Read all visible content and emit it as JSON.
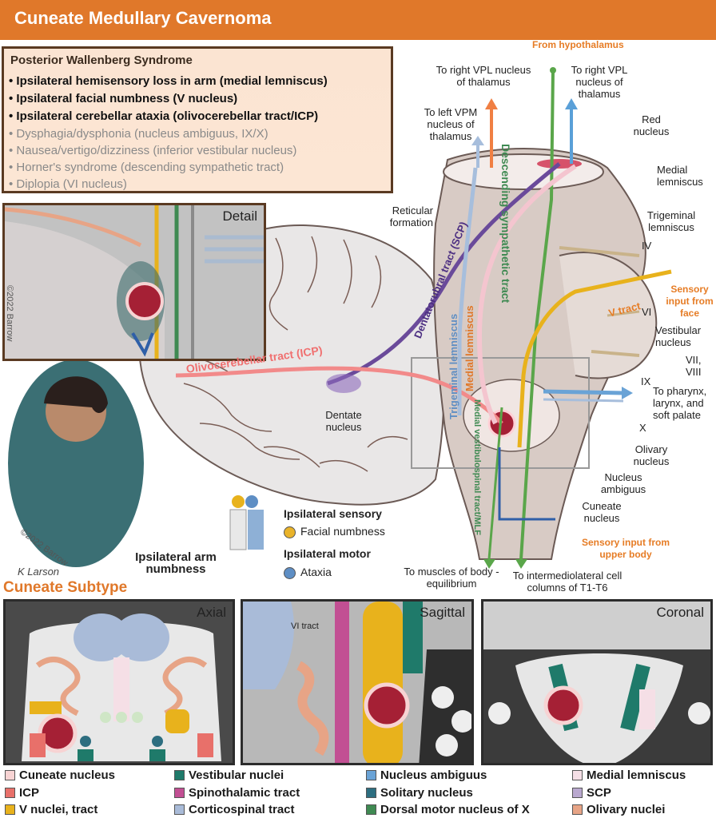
{
  "title": "Cuneate Medullary Cavernoma",
  "syndrome": {
    "heading": "Posterior Wallenberg Syndrome",
    "bold_items": [
      "• Ipsilateral hemisensory loss in arm (medial lemniscus)",
      "• Ipsilateral facial numbness (V nucleus)",
      "• Ipsilateral cerebellar ataxia (olivocerebellar tract/ICP)"
    ],
    "grey_items": [
      "• Dysphagia/dysphonia (nucleus ambiguus, IX/X)",
      "• Nausea/vertigo/dizziness (inferior vestibular nucleus)",
      "• Horner's syndrome (descending sympathetic tract)",
      "• Diplopia (VI nucleus)"
    ]
  },
  "detail_label": "Detail",
  "copyright": "©2022 Barrow",
  "labels": {
    "from_hypothalamus": "From hypothalamus",
    "to_right_vpl_1": "To right VPL nucleus of thalamus",
    "to_right_vpl_2": "To right VPL nucleus of thalamus",
    "to_left_vpm": "To left VPM nucleus of thalamus",
    "red_nucleus": "Red nucleus",
    "medial_lemniscus": "Medial lemniscus",
    "reticular_formation": "Reticular formation",
    "trigeminal_lemniscus": "Trigeminal lemniscus",
    "iv": "IV",
    "sensory_face": "Sensory input from face",
    "vi": "VI",
    "vestibular_nucleus": "Vestibular nucleus",
    "vii_viii": "VII, VIII",
    "ix": "IX",
    "pharynx": "To pharynx, larynx, and soft palate",
    "x": "X",
    "olivary_nucleus": "Olivary nucleus",
    "nucleus_ambiguus": "Nucleus ambiguus",
    "cuneate_nucleus": "Cuneate nucleus",
    "sensory_upper_body": "Sensory input from upper body",
    "dentate_nucleus": "Dentate nucleus",
    "muscles_equilibrium": "To muscles of body - equilibrium",
    "intermediolateral": "To intermediolateral cell columns of T1-T6",
    "arm_numbness": "Ipsilateral arm numbness",
    "signature": "K Larson"
  },
  "tracts": {
    "descending_sympathetic": "Descending sympathetic tract",
    "dentatorubral": "Dentatorubral tract (SCP)",
    "trigeminal_lemniscus": "Trigeminal lemniscus",
    "medial_lemniscus": "Medial lemniscus",
    "olivocerebellar": "Olivocerebellar tract (ICP)",
    "medial_vestibulospinal": "Medial vestibulospinal tract/MLF",
    "v_tract": "V tract"
  },
  "key": {
    "sensory_heading": "Ipsilateral sensory",
    "sensory_item": "Facial numbness",
    "motor_heading": "Ipsilateral motor",
    "motor_item": "Ataxia",
    "sensory_color": "#e9b32a",
    "motor_color": "#5e8ec4"
  },
  "subtype_heading": "Cuneate Subtype",
  "panels": {
    "axial": "Axial",
    "sagittal": "Sagittal",
    "coronal": "Coronal",
    "vi_tract": "VI tract"
  },
  "legend": [
    {
      "label": "Cuneate nucleus",
      "color": "#f7d3d3"
    },
    {
      "label": "ICP",
      "color": "#e8706a"
    },
    {
      "label": "V nuclei, tract",
      "color": "#e8b21c"
    },
    {
      "label": "Vestibular nuclei",
      "color": "#1f7a6a"
    },
    {
      "label": "Spinothalamic tract",
      "color": "#c24f93"
    },
    {
      "label": "Corticospinal tract",
      "color": "#a9bbd8"
    },
    {
      "label": "Nucleus ambiguus",
      "color": "#6aa3d6"
    },
    {
      "label": "Solitary nucleus",
      "color": "#2d6e80"
    },
    {
      "label": "Dorsal motor nucleus of X",
      "color": "#3f8a52"
    },
    {
      "label": "Medial lemniscus",
      "color": "#f5dfe6"
    },
    {
      "label": "SCP",
      "color": "#b9a8cf"
    },
    {
      "label": "Olivary nuclei",
      "color": "#e7a486"
    }
  ]
}
